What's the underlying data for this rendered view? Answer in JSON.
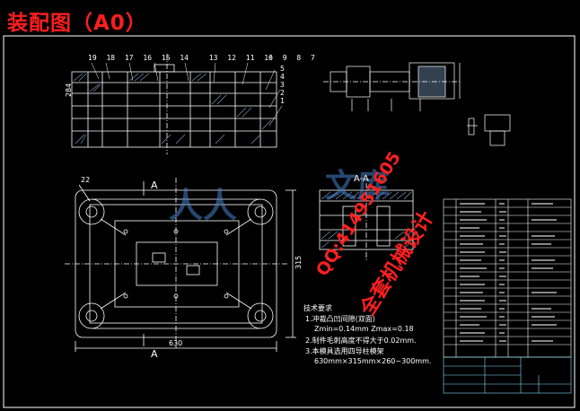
{
  "title": "装配图（A0）",
  "watermark": {
    "qq": "QQ:414951605",
    "design": "全套机械设计",
    "logo_text": "人人",
    "logo_text2": "文库"
  },
  "section_label_a1": "A",
  "section_label_a2": "A",
  "section_label_aa": "A-A",
  "dims": {
    "d22": "22",
    "d630": "630",
    "d315": "315",
    "d284": "284"
  },
  "part_numbers": [
    "19",
    "18",
    "17",
    "16",
    "15",
    "14",
    "13",
    "12",
    "11",
    "10",
    "9",
    "8",
    "7",
    "6",
    "5",
    "4",
    "3",
    "2",
    "1"
  ],
  "tech_requirements": {
    "heading": "技术要求",
    "line1": "1.冲裁凸凹间隙(双面)",
    "line1b": "Zmin=0.14mm Zmax=0.18",
    "line2": "2.制件毛刺高度不得大于0.02mm.",
    "line3": "3.本模具选用四导柱模架",
    "line3b": "630mm×315mm×260~300mm."
  },
  "colors": {
    "background": "#000000",
    "line": "#ffffff",
    "hatch": "#7ea0c8",
    "title": "#ff1e1e",
    "watermark": "#ff2020",
    "logo": "#4682c8",
    "title_block": "#7ee0ff"
  }
}
